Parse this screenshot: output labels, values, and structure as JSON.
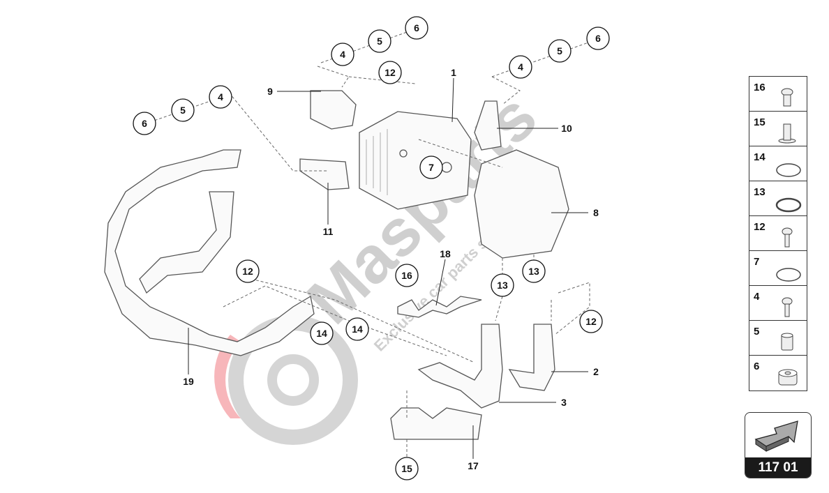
{
  "diagram": {
    "callouts": [
      "6",
      "5",
      "4",
      "12",
      "6",
      "5",
      "4",
      "6",
      "5",
      "4",
      "7",
      "12",
      "16",
      "13",
      "13",
      "14",
      "14",
      "12",
      "15"
    ],
    "labels": [
      "1",
      "9",
      "10",
      "11",
      "8",
      "18",
      "2",
      "3",
      "19",
      "17"
    ]
  },
  "legend": {
    "items": [
      {
        "number": "16",
        "icon": "bolt-flange-icon"
      },
      {
        "number": "15",
        "icon": "stud-icon"
      },
      {
        "number": "14",
        "icon": "o-ring-icon"
      },
      {
        "number": "13",
        "icon": "seal-ring-icon"
      },
      {
        "number": "12",
        "icon": "bolt-icon"
      },
      {
        "number": "7",
        "icon": "o-ring-icon"
      },
      {
        "number": "4",
        "icon": "bolt-icon"
      },
      {
        "number": "5",
        "icon": "sleeve-icon"
      },
      {
        "number": "6",
        "icon": "rubber-mount-icon"
      }
    ]
  },
  "page_badge": {
    "number": "117 01",
    "icon": "next-page-arrow-icon"
  },
  "watermark": {
    "brand": "Masparts",
    "tagline": "Exclusive car parts specialist",
    "color": "#9aa0a6",
    "accent": "#e8303a"
  }
}
